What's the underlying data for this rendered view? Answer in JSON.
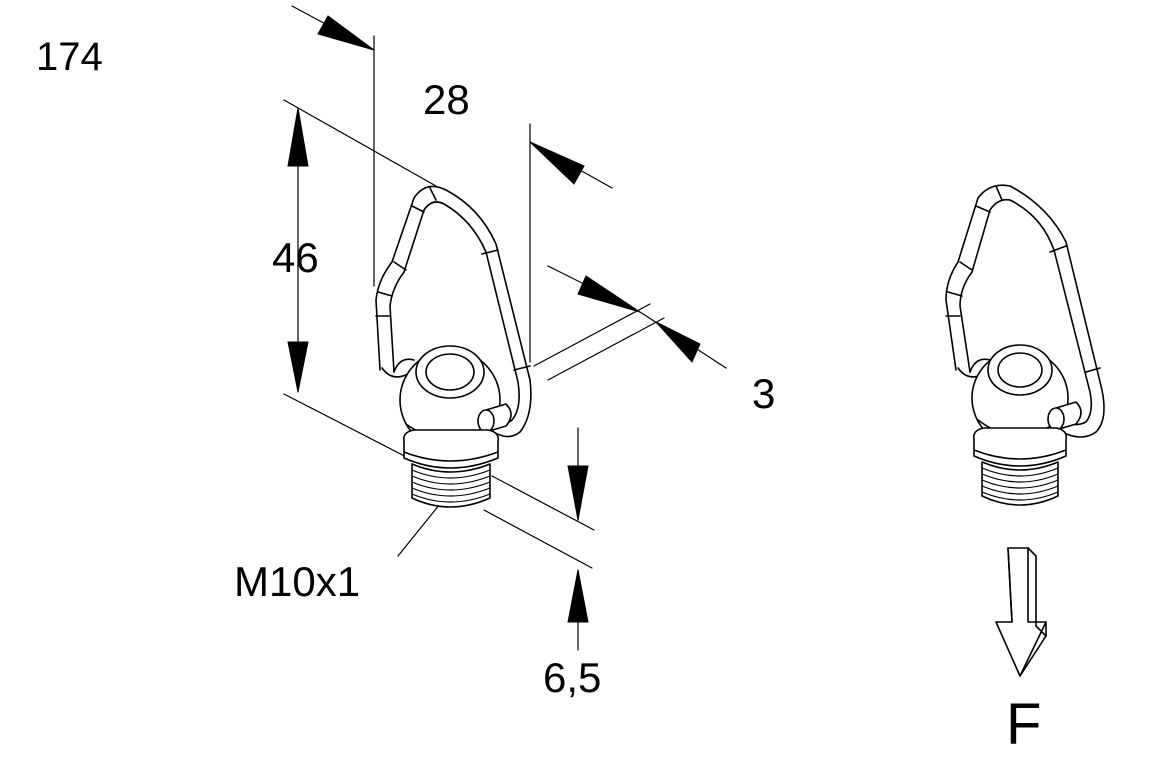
{
  "drawing_number": "174",
  "dimensions": {
    "width": "28",
    "height": "46",
    "wire_diameter": "3",
    "thread_length": "6,5"
  },
  "thread_spec": "M10x1",
  "force_symbol": "F"
}
